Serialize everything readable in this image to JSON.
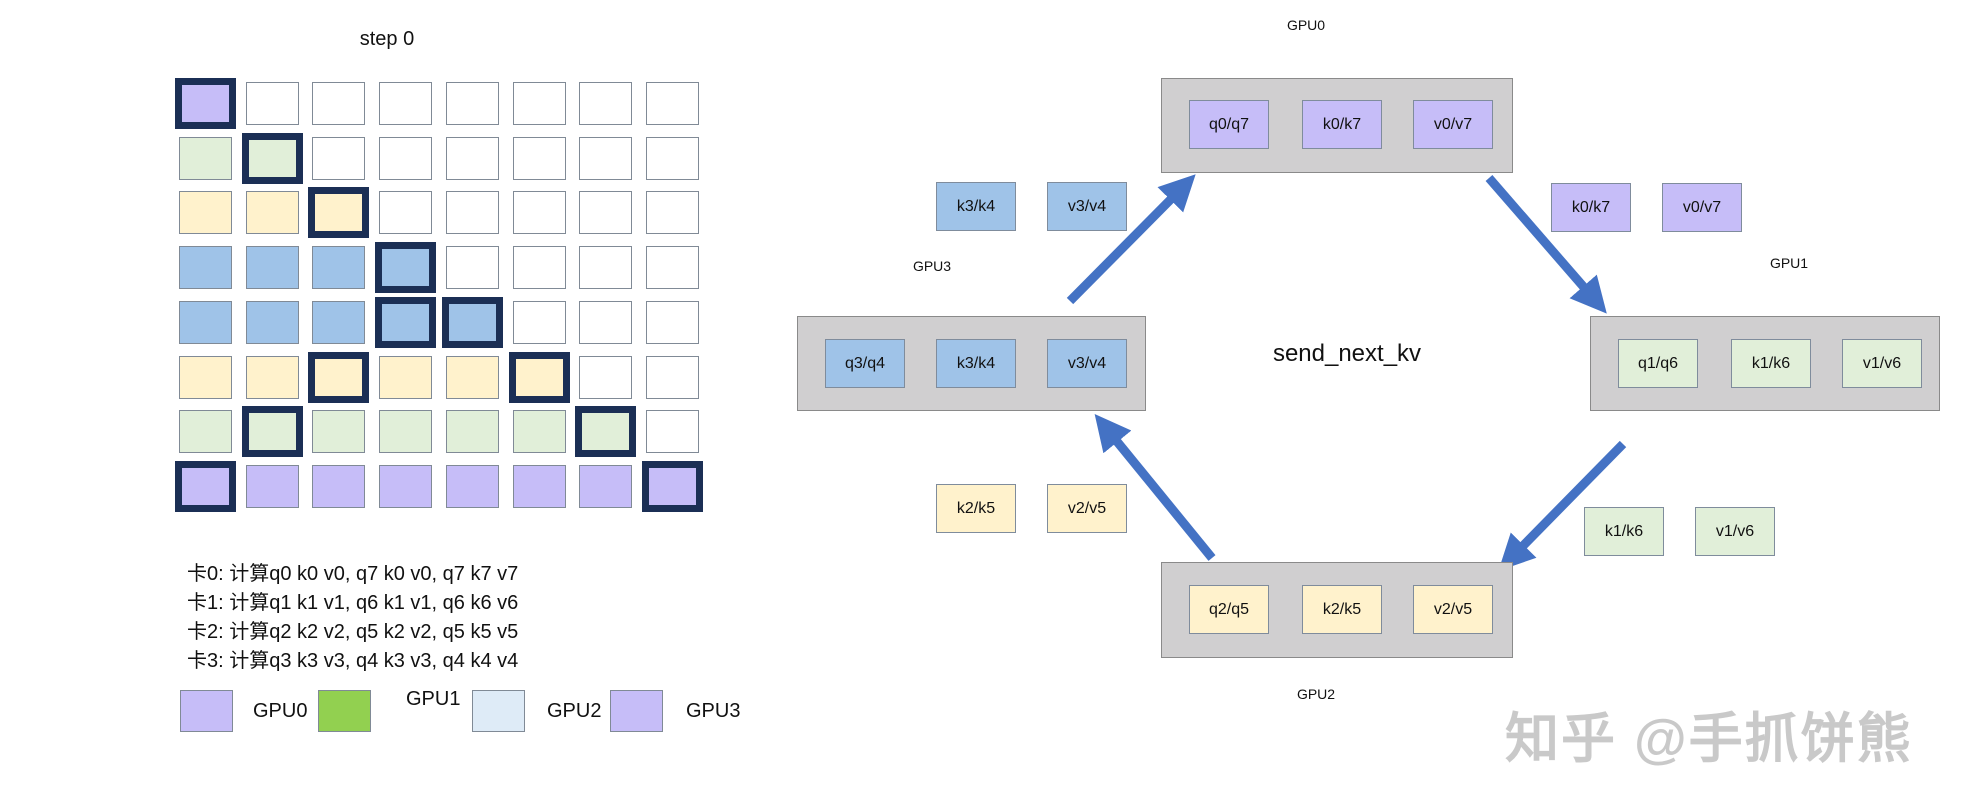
{
  "colors": {
    "P": "#c6bdf8",
    "G": "#e1efd9",
    "Y": "#fff2cc",
    "B": "#9fc3e8",
    "W": "#ffffff",
    "arrow": "#4472c4",
    "highlight_border": "#1b2f55"
  },
  "grid": {
    "title": "step 0",
    "rows": [
      {
        "fill": [
          "P",
          "W",
          "W",
          "W",
          "W",
          "W",
          "W",
          "W"
        ],
        "highlight": [
          0
        ]
      },
      {
        "fill": [
          "G",
          "G",
          "W",
          "W",
          "W",
          "W",
          "W",
          "W"
        ],
        "highlight": [
          1
        ]
      },
      {
        "fill": [
          "Y",
          "Y",
          "Y",
          "W",
          "W",
          "W",
          "W",
          "W"
        ],
        "highlight": [
          2
        ]
      },
      {
        "fill": [
          "B",
          "B",
          "B",
          "B",
          "W",
          "W",
          "W",
          "W"
        ],
        "highlight": [
          3
        ]
      },
      {
        "fill": [
          "B",
          "B",
          "B",
          "B",
          "B",
          "W",
          "W",
          "W"
        ],
        "highlight": [
          3,
          4
        ]
      },
      {
        "fill": [
          "Y",
          "Y",
          "Y",
          "Y",
          "Y",
          "Y",
          "W",
          "W"
        ],
        "highlight": [
          2,
          5
        ]
      },
      {
        "fill": [
          "G",
          "G",
          "G",
          "G",
          "G",
          "G",
          "G",
          "W"
        ],
        "highlight": [
          1,
          6
        ]
      },
      {
        "fill": [
          "P",
          "P",
          "P",
          "P",
          "P",
          "P",
          "P",
          "P"
        ],
        "highlight": [
          0,
          7
        ]
      }
    ]
  },
  "lines": [
    "卡0: 计算q0 k0 v0,  q7 k0 v0, q7 k7 v7",
    "卡1: 计算q1 k1 v1,  q6 k1 v1, q6 k6 v6",
    "卡2: 计算q2 k2 v2,  q5 k2 v2, q5 k5 v5",
    "卡3: 计算q3 k3 v3,  q4 k3 v3, q4 k4 v4"
  ],
  "legend": [
    {
      "label": "GPU0",
      "color": "#c6bdf8"
    },
    {
      "label": "GPU1",
      "color": "#92d050"
    },
    {
      "label": "GPU2",
      "color": "#deebf7"
    },
    {
      "label": "GPU3",
      "color": "#c6bdf8"
    }
  ],
  "diagram": {
    "center_label": "send_next_kv",
    "gpus": [
      {
        "label": "GPU0",
        "color": "#c6bdf8",
        "blocks": [
          "q0/q7",
          "k0/k7",
          "v0/v7"
        ]
      },
      {
        "label": "GPU1",
        "color": "#e1efd9",
        "blocks": [
          "q1/q6",
          "k1/k6",
          "v1/v6"
        ]
      },
      {
        "label": "GPU2",
        "color": "#fff2cc",
        "blocks": [
          "q2/q5",
          "k2/k5",
          "v2/v5"
        ]
      },
      {
        "label": "GPU3",
        "color": "#9fc3e8",
        "blocks": [
          "q3/q4",
          "k3/k4",
          "v3/v4"
        ]
      }
    ],
    "in_transit": [
      {
        "from": "GPU0",
        "to": "GPU1",
        "blocks": [
          "k0/k7",
          "v0/v7"
        ]
      },
      {
        "from": "GPU1",
        "to": "GPU2",
        "blocks": [
          "k1/k6",
          "v1/v6"
        ]
      },
      {
        "from": "GPU2",
        "to": "GPU3",
        "blocks": [
          "k2/k5",
          "v2/v5"
        ]
      },
      {
        "from": "GPU3",
        "to": "GPU0",
        "blocks": [
          "k3/k4",
          "v3/v4"
        ]
      }
    ]
  },
  "watermark": "知乎 @手抓饼熊"
}
